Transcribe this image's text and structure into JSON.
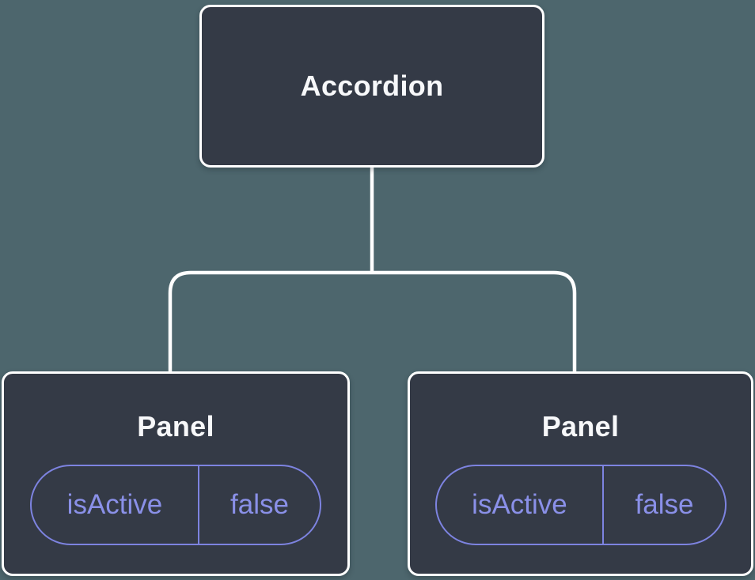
{
  "colors": {
    "background": "#4D666D",
    "node_fill": "#343A46",
    "node_border": "#FFFFFF",
    "node_text": "#F7F8FA",
    "connector": "#FFFFFF",
    "state_border": "#7D83E0",
    "state_text": "#8A90E8"
  },
  "tree": {
    "root": {
      "label": "Accordion"
    },
    "children": [
      {
        "label": "Panel",
        "state": {
          "key": "isActive",
          "value": "false"
        }
      },
      {
        "label": "Panel",
        "state": {
          "key": "isActive",
          "value": "false"
        }
      }
    ]
  }
}
